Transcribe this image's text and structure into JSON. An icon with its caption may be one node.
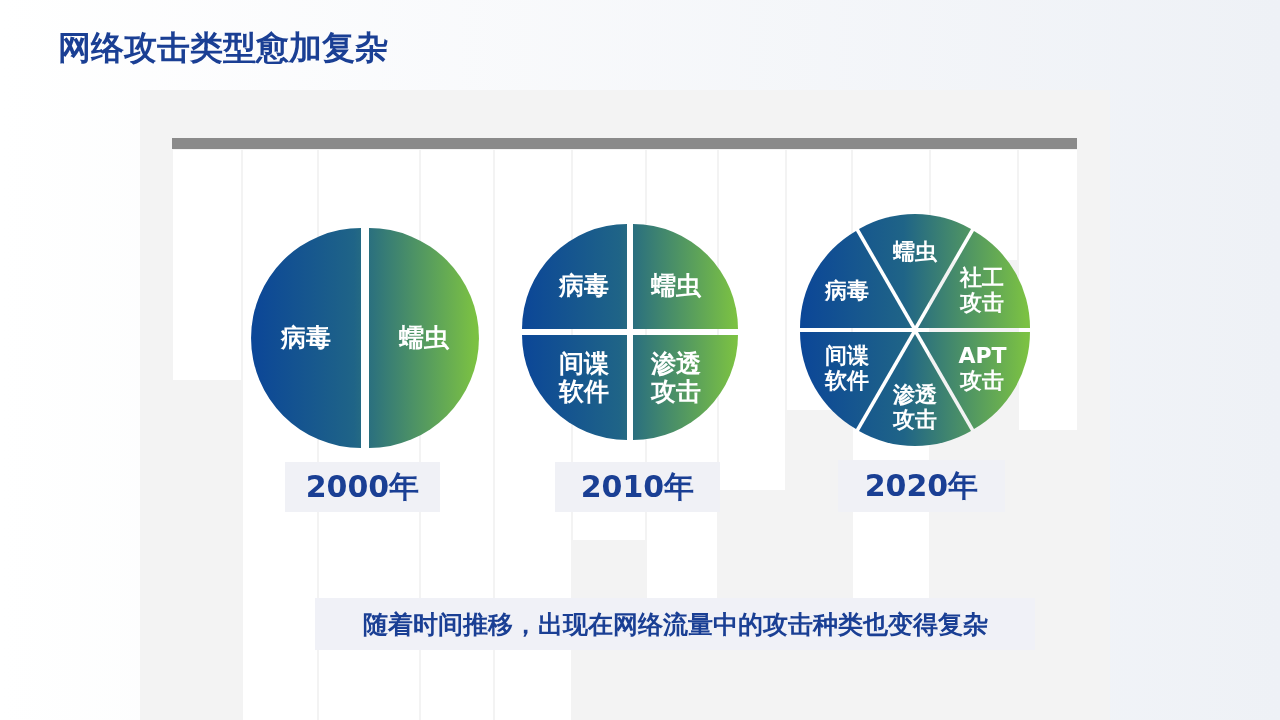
{
  "diagram": {
    "title": "网络攻击类型愈加复杂",
    "caption": "随着时间推移，出现在网络流量中的攻击种类也变得复杂",
    "nodes": [
      {
        "text": [
          "病毒"
        ]
      },
      {
        "text": [
          "蠕虫"
        ]
      },
      {
        "text": [
          "病毒"
        ]
      },
      {
        "text": [
          "蠕虫"
        ]
      },
      {
        "text": [
          "间谍软件"
        ]
      },
      {
        "text": [
          "渗透攻击"
        ]
      },
      {
        "text": [
          "蠕虫"
        ]
      },
      {
        "text": [
          "社工攻击"
        ]
      },
      {
        "text": [
          "APT攻击"
        ]
      },
      {
        "text": [
          "渗透攻击"
        ]
      },
      {
        "text": [
          "间谍软件"
        ]
      },
      {
        "text": [
          "病毒"
        ]
      },
      {
        "text": [
          "2000年"
        ]
      },
      {
        "text": [
          "2010年"
        ]
      },
      {
        "text": [
          "2020年"
        ]
      }
    ]
  }
}
